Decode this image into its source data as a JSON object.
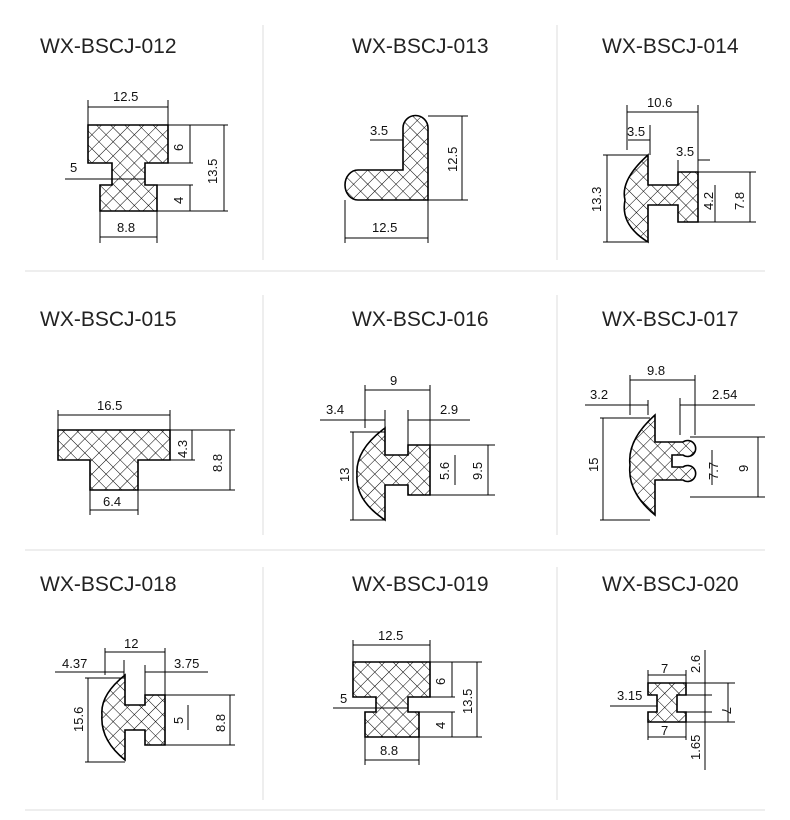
{
  "cells": [
    {
      "title": "WX-BSCJ-012",
      "dims": [
        "12.5",
        "6",
        "13.5",
        "5",
        "4",
        "8.8"
      ]
    },
    {
      "title": "WX-BSCJ-013",
      "dims": [
        "3.5",
        "12.5",
        "12.5"
      ]
    },
    {
      "title": "WX-BSCJ-014",
      "dims": [
        "10.6",
        "3.5",
        "3.5",
        "13.3",
        "4.2",
        "7.8"
      ]
    },
    {
      "title": "WX-BSCJ-015",
      "dims": [
        "16.5",
        "4.3",
        "8.8",
        "6.4"
      ]
    },
    {
      "title": "WX-BSCJ-016",
      "dims": [
        "9",
        "3.4",
        "2.9",
        "13",
        "5.6",
        "9.5"
      ]
    },
    {
      "title": "WX-BSCJ-017",
      "dims": [
        "9.8",
        "3.2",
        "2.54",
        "15",
        "7.7",
        "9"
      ]
    },
    {
      "title": "WX-BSCJ-018",
      "dims": [
        "12",
        "4.37",
        "3.75",
        "15.6",
        "5",
        "8.8"
      ]
    },
    {
      "title": "WX-BSCJ-019",
      "dims": [
        "12.5",
        "6",
        "13.5",
        "5",
        "4",
        "8.8"
      ]
    },
    {
      "title": "WX-BSCJ-020",
      "dims": [
        "7",
        "2.6",
        "3.15",
        "7",
        "7",
        "1.65"
      ]
    }
  ]
}
